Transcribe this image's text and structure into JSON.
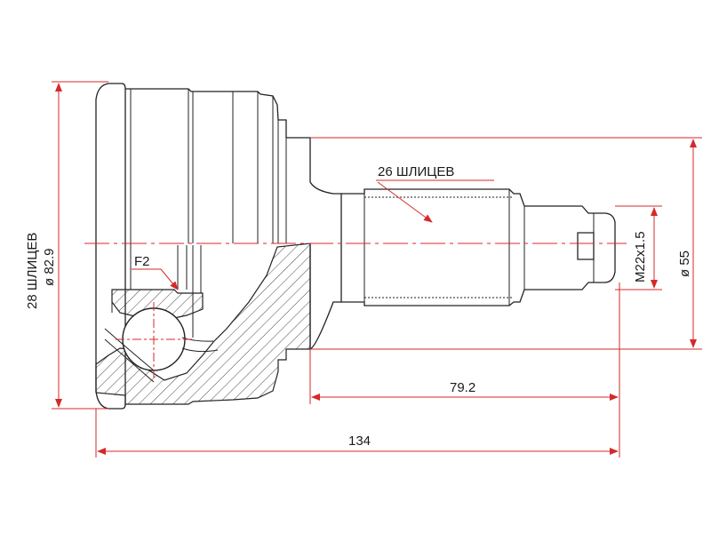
{
  "labels": {
    "outer_splines": "28 ШЛИЦЕВ",
    "outer_diameter": "ø 82.9",
    "inner_splines": "26 ШЛИЦЕВ",
    "thread": "M22x1.5",
    "shaft_diameter": "ø 55",
    "shaft_length": "79.2",
    "overall_length": "134",
    "flange_mark": "F2"
  },
  "colors": {
    "dimension": "#d42a2a",
    "outline": "#222222"
  }
}
